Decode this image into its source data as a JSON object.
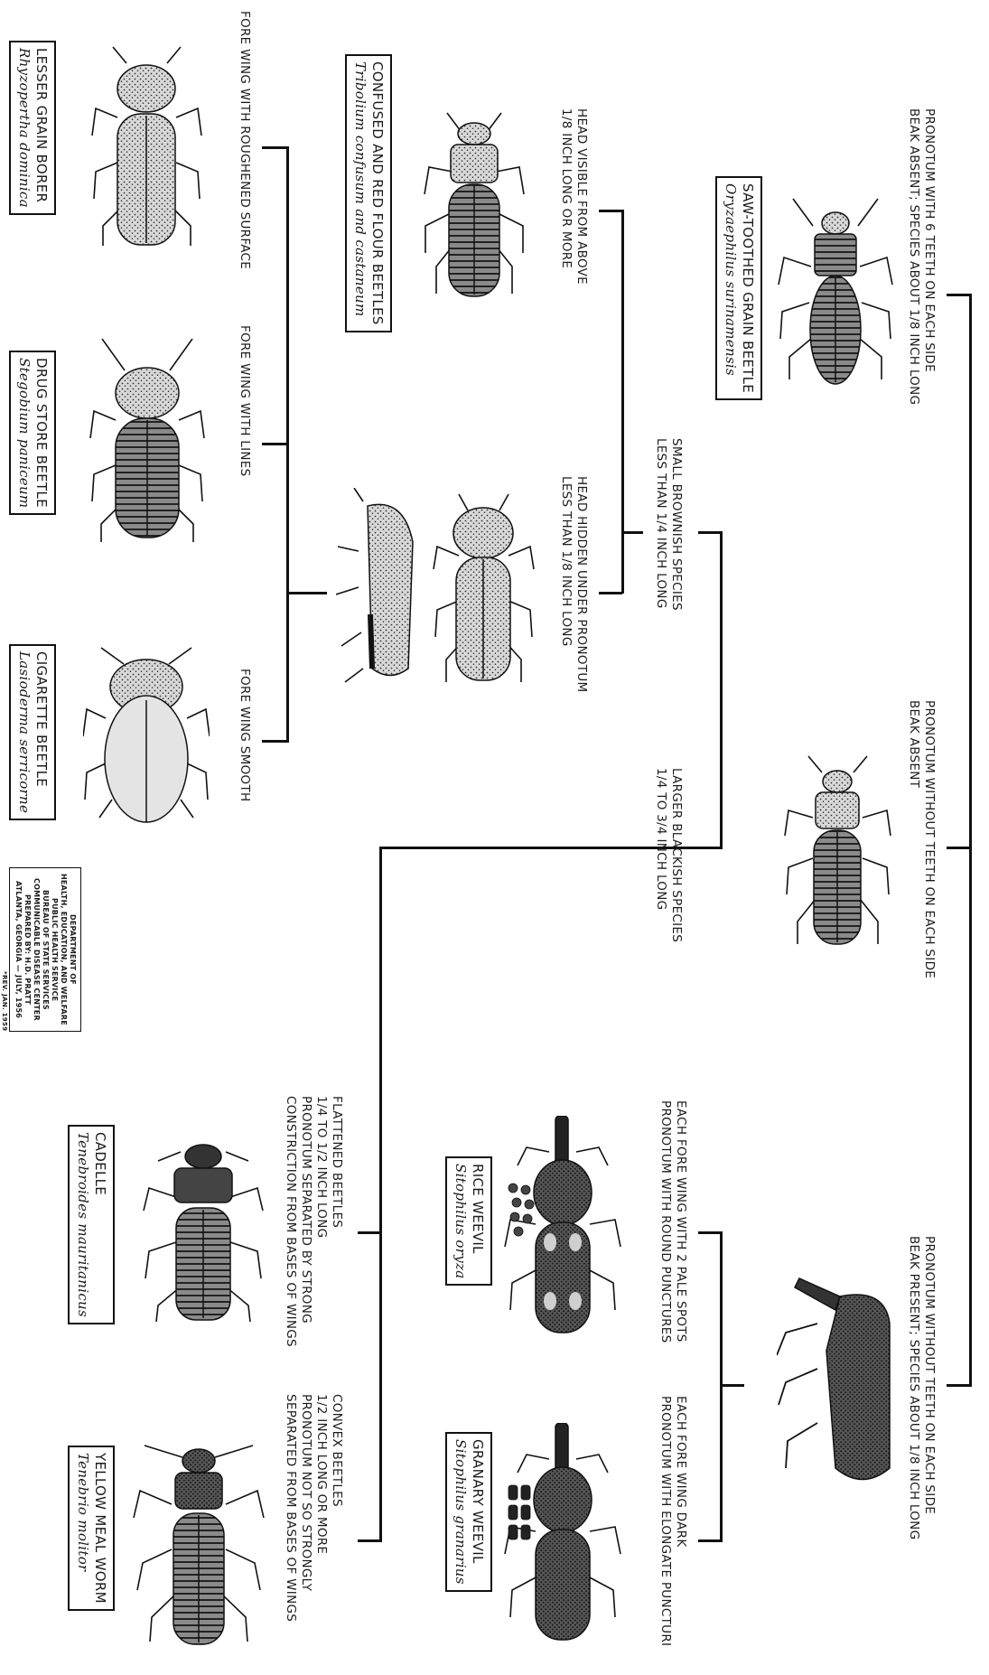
{
  "key": {
    "pronotum_6_teeth": [
      "PRONOTUM WITH 6 TEETH ON EACH SIDE",
      "BEAK ABSENT; SPECIES ABOUT 1/8 INCH LONG"
    ],
    "pronotum_no_teeth_beak_absent": [
      "PRONOTUM WITHOUT TEETH ON EACH SIDE",
      "BEAK ABSENT"
    ],
    "pronotum_no_teeth_beak_present": [
      "PRONOTUM WITHOUT TEETH ON EACH SIDE",
      "BEAK PRESENT; SPECIES ABOUT 1/8 INCH LONG"
    ],
    "small_brownish": [
      "SMALL BROWNISH SPECIES",
      "LESS THAN 1/4 INCH LONG"
    ],
    "larger_blackish": [
      "LARGER BLACKISH SPECIES",
      "1/4 TO 3/4 INCH LONG"
    ],
    "head_visible": [
      "HEAD VISIBLE FROM ABOVE",
      "1/8 INCH LONG OR MORE"
    ],
    "head_hidden": [
      "HEAD HIDDEN UNDER PRONOTUM",
      "LESS THAN 1/8 INCH LONG"
    ],
    "fore_wing_roughened": "FORE WING WITH ROUGHENED SURFACE",
    "fore_wing_lines": "FORE WING WITH LINES",
    "fore_wing_smooth": "FORE WING SMOOTH",
    "pale_spots": [
      "EACH FORE WING WITH 2 PALE SPOTS",
      "PRONOTUM WITH ROUND PUNCTURES"
    ],
    "dark_wing": [
      "EACH FORE WING DARK",
      "PRONOTUM WITH ELONGATE PUNCTURI"
    ],
    "flattened": [
      "FLATTENED BEETLES",
      "1/4 TO 1/2 INCH LONG",
      "PRONOTUM SEPARATED BY STRONG",
      "CONSTRICTION FROM BASES OF WINGS"
    ],
    "convex": [
      "CONVEX BEETLES",
      "1/2 INCH LONG OR MORE",
      "PRONOTUM NOT SO STRONGLY",
      "SEPARATED FROM BASES OF WINGS"
    ]
  },
  "species": {
    "saw_toothed": {
      "common": "SAW-TOOTHED GRAIN BEETLE",
      "scientific": "Oryzaephilus surinamensis"
    },
    "flour": {
      "common": "CONFUSED AND RED FLOUR BEETLES",
      "scientific": "Tribolium confusum and castaneum"
    },
    "lesser_grain_borer": {
      "common": "LESSER GRAIN BORER",
      "scientific": "Rhyzopertha dominica"
    },
    "drug_store": {
      "common": "DRUG STORE BEETLE",
      "scientific": "Stegobium paniceum"
    },
    "cigarette": {
      "common": "CIGARETTE BEETLE",
      "scientific": "Lasioderma serricorne"
    },
    "rice_weevil": {
      "common": "RICE WEEVIL",
      "scientific": "Sitophilus oryza"
    },
    "granary_weevil": {
      "common": "GRANARY WEEVIL",
      "scientific": "Sitophilus granarius"
    },
    "cadelle": {
      "common": "CADELLE",
      "scientific": "Tenebroides mauritanicus"
    },
    "mealworm": {
      "common": "YELLOW MEAL WORM",
      "scientific": "Tenebrio molitor"
    }
  },
  "credit": {
    "lines": [
      "DEPARTMENT OF",
      "HEALTH, EDUCATION, AND WELFARE",
      "PUBLIC HEALTH SERVICE",
      "BUREAU OF STATE SERVICES",
      "COMMUNICABLE DISEASE CENTER",
      "PREPARED BY: H.D. PRATT",
      "ATLANTA, GEORGIA — JULY, 1956"
    ],
    "rev": "*REV. JAN. 1959"
  }
}
